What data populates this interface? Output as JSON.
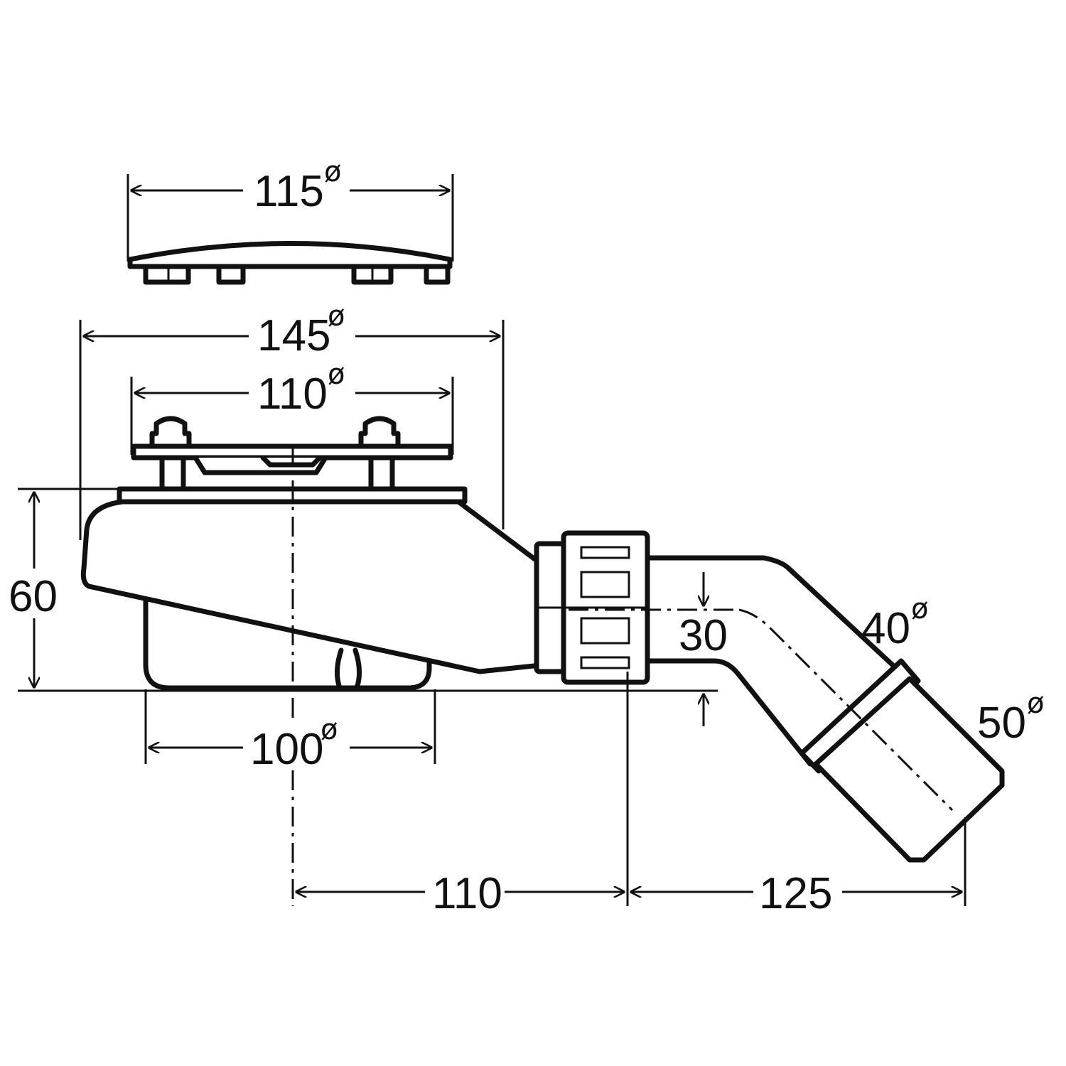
{
  "dimensions": {
    "cover_diameter": "115",
    "flange_diameter": "145",
    "bolt_circle_diameter": "110",
    "body_height": "60",
    "base_diameter": "100",
    "outlet_offset": "110",
    "outlet_reach": "125",
    "outlet_height": "30",
    "pipe_diameter_inner": "40",
    "pipe_diameter_outer": "50"
  },
  "symbols": {
    "diameter": "ø"
  }
}
